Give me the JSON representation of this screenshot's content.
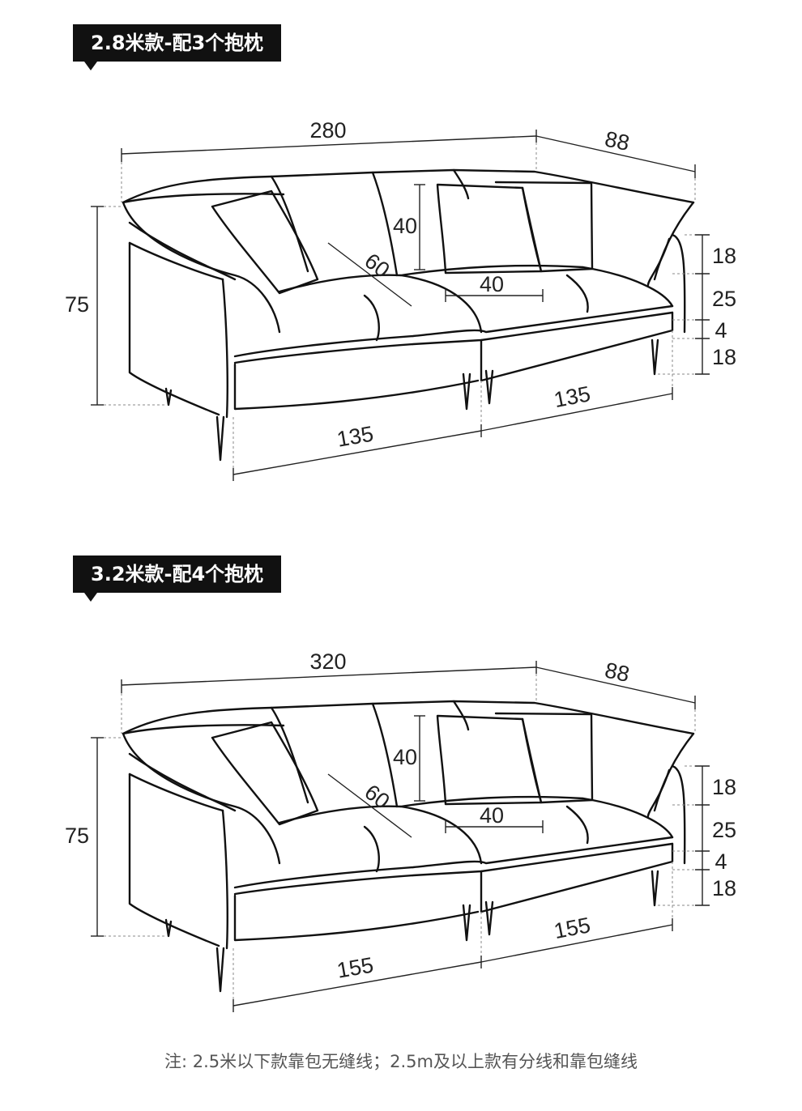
{
  "sections": [
    {
      "title": "2.8米款-配3个抱枕",
      "dims": {
        "total_width": "280",
        "depth": "88",
        "height": "75",
        "back_cushion": "40",
        "seat_depth": "60",
        "pillow_width": "40",
        "back_above_seat": "18",
        "seat_height_band": "25",
        "base_band": "4",
        "leg_height": "18",
        "left_seat_width": "135",
        "right_seat_width": "135"
      }
    },
    {
      "title": "3.2米款-配4个抱枕",
      "dims": {
        "total_width": "320",
        "depth": "88",
        "height": "75",
        "back_cushion": "40",
        "seat_depth": "60",
        "pillow_width": "40",
        "back_above_seat": "18",
        "seat_height_band": "25",
        "base_band": "4",
        "leg_height": "18",
        "left_seat_width": "155",
        "right_seat_width": "155"
      }
    }
  ],
  "footnote": "注: 2.5米以下款靠包无缝线；2.5m及以上款有分线和靠包缝线"
}
